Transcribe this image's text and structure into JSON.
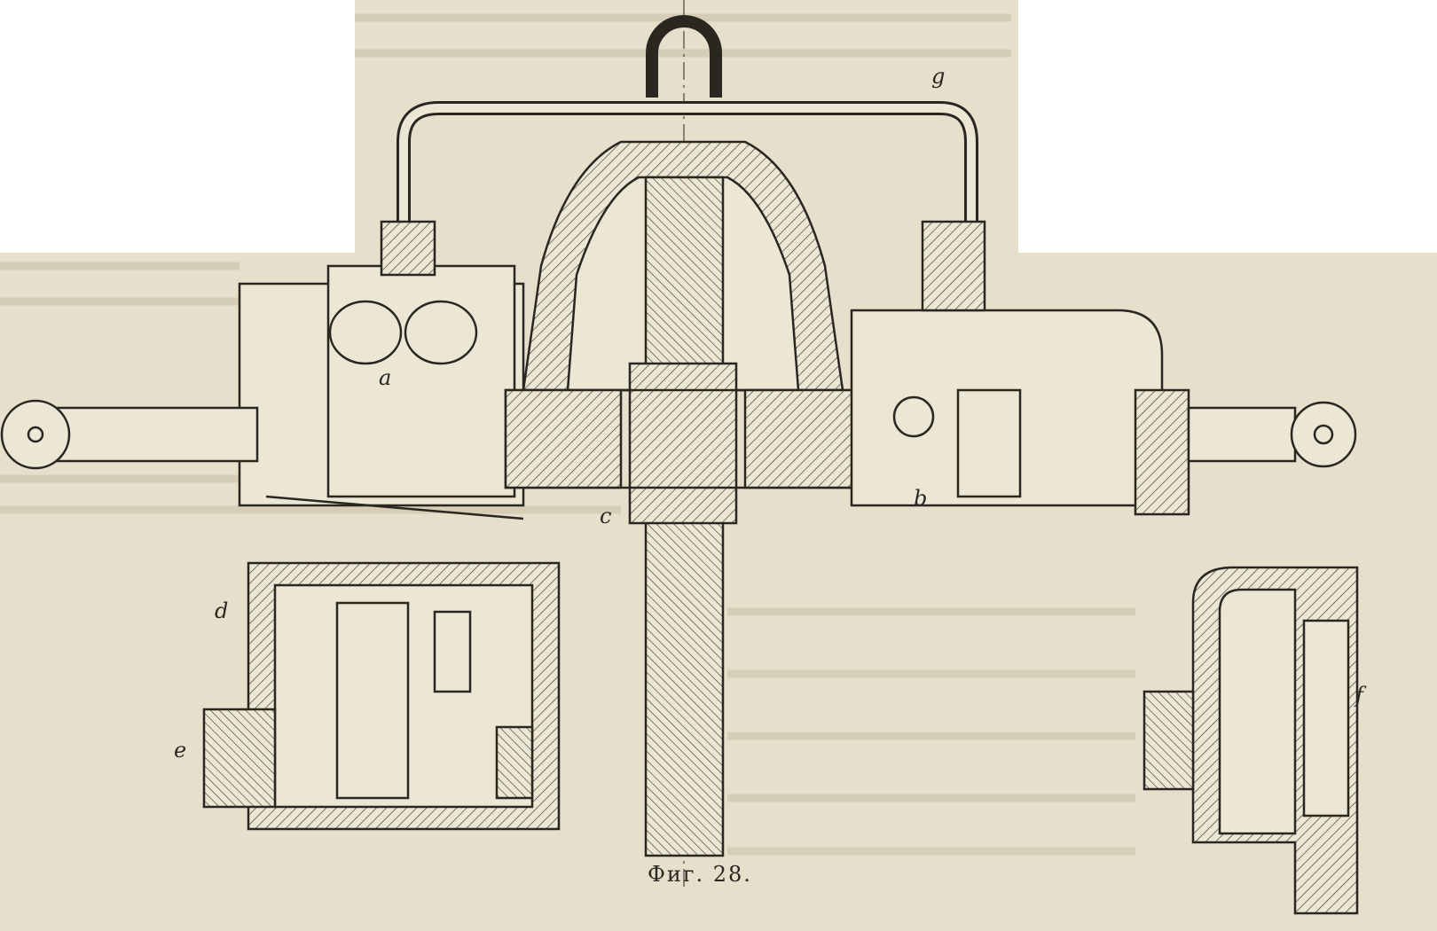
{
  "figure": {
    "caption": "Фиг. 28.",
    "labels": {
      "a": "a",
      "b": "b",
      "c": "c",
      "d": "d",
      "e": "e",
      "f": "f",
      "g": "g"
    }
  },
  "colors": {
    "paper": "#e6dfcb",
    "ink": "#2a2620",
    "blank": "#ffffff"
  }
}
